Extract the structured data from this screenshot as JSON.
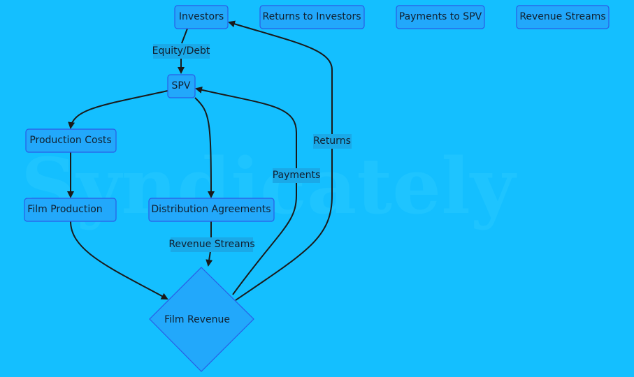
{
  "watermark": "Syndicately",
  "legend": [
    "Returns to Investors",
    "Payments to SPV",
    "Revenue Streams"
  ],
  "nodes": {
    "investors": "Investors",
    "spv": "SPV",
    "production_costs": "Production Costs",
    "film_production": "Film Production",
    "distribution": "Distribution Agreements",
    "film_revenue": "Film Revenue"
  },
  "edges": {
    "equity_debt": "Equity/Debt",
    "returns": "Returns",
    "payments": "Payments",
    "revenue_streams": "Revenue Streams"
  },
  "colors": {
    "background": "#14bfff",
    "node": "#22a8fb",
    "border": "#2a5ce6"
  }
}
